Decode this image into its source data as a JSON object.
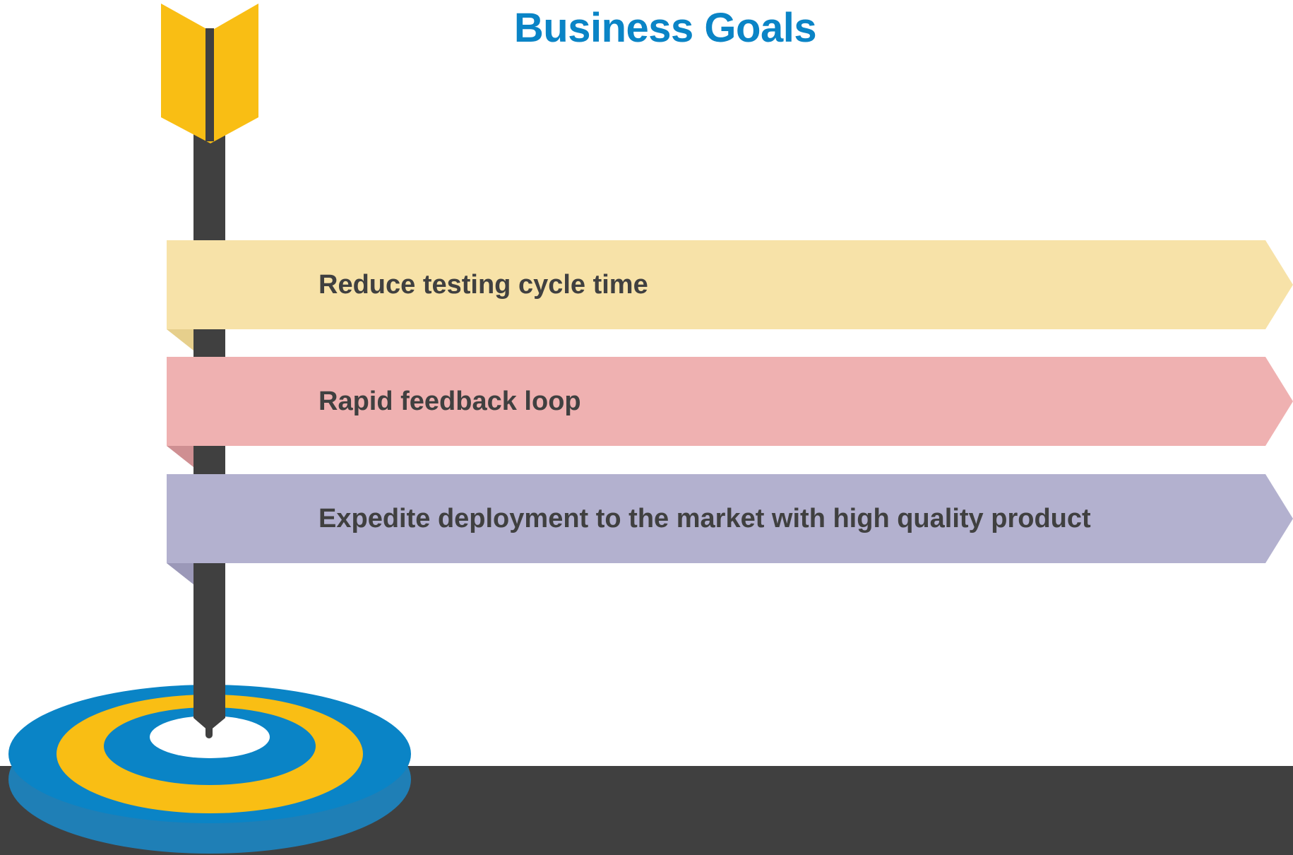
{
  "title": "Business Goals",
  "goals": [
    {
      "label": "Reduce testing cycle time",
      "color": "#f7e2a8",
      "shadow": "#e6cf8c"
    },
    {
      "label": "Rapid feedback loop",
      "color": "#efb1b1",
      "shadow": "#cf8f92"
    },
    {
      "label": "Expedite deployment to the market with high quality product",
      "color": "#b3b1cf",
      "shadow": "#9b98b8"
    }
  ],
  "colors": {
    "title": "#0a84c6",
    "dark": "#404040",
    "target_blue": "#0a84c6",
    "target_yellow": "#f9be14",
    "fletching": "#f9be14"
  }
}
